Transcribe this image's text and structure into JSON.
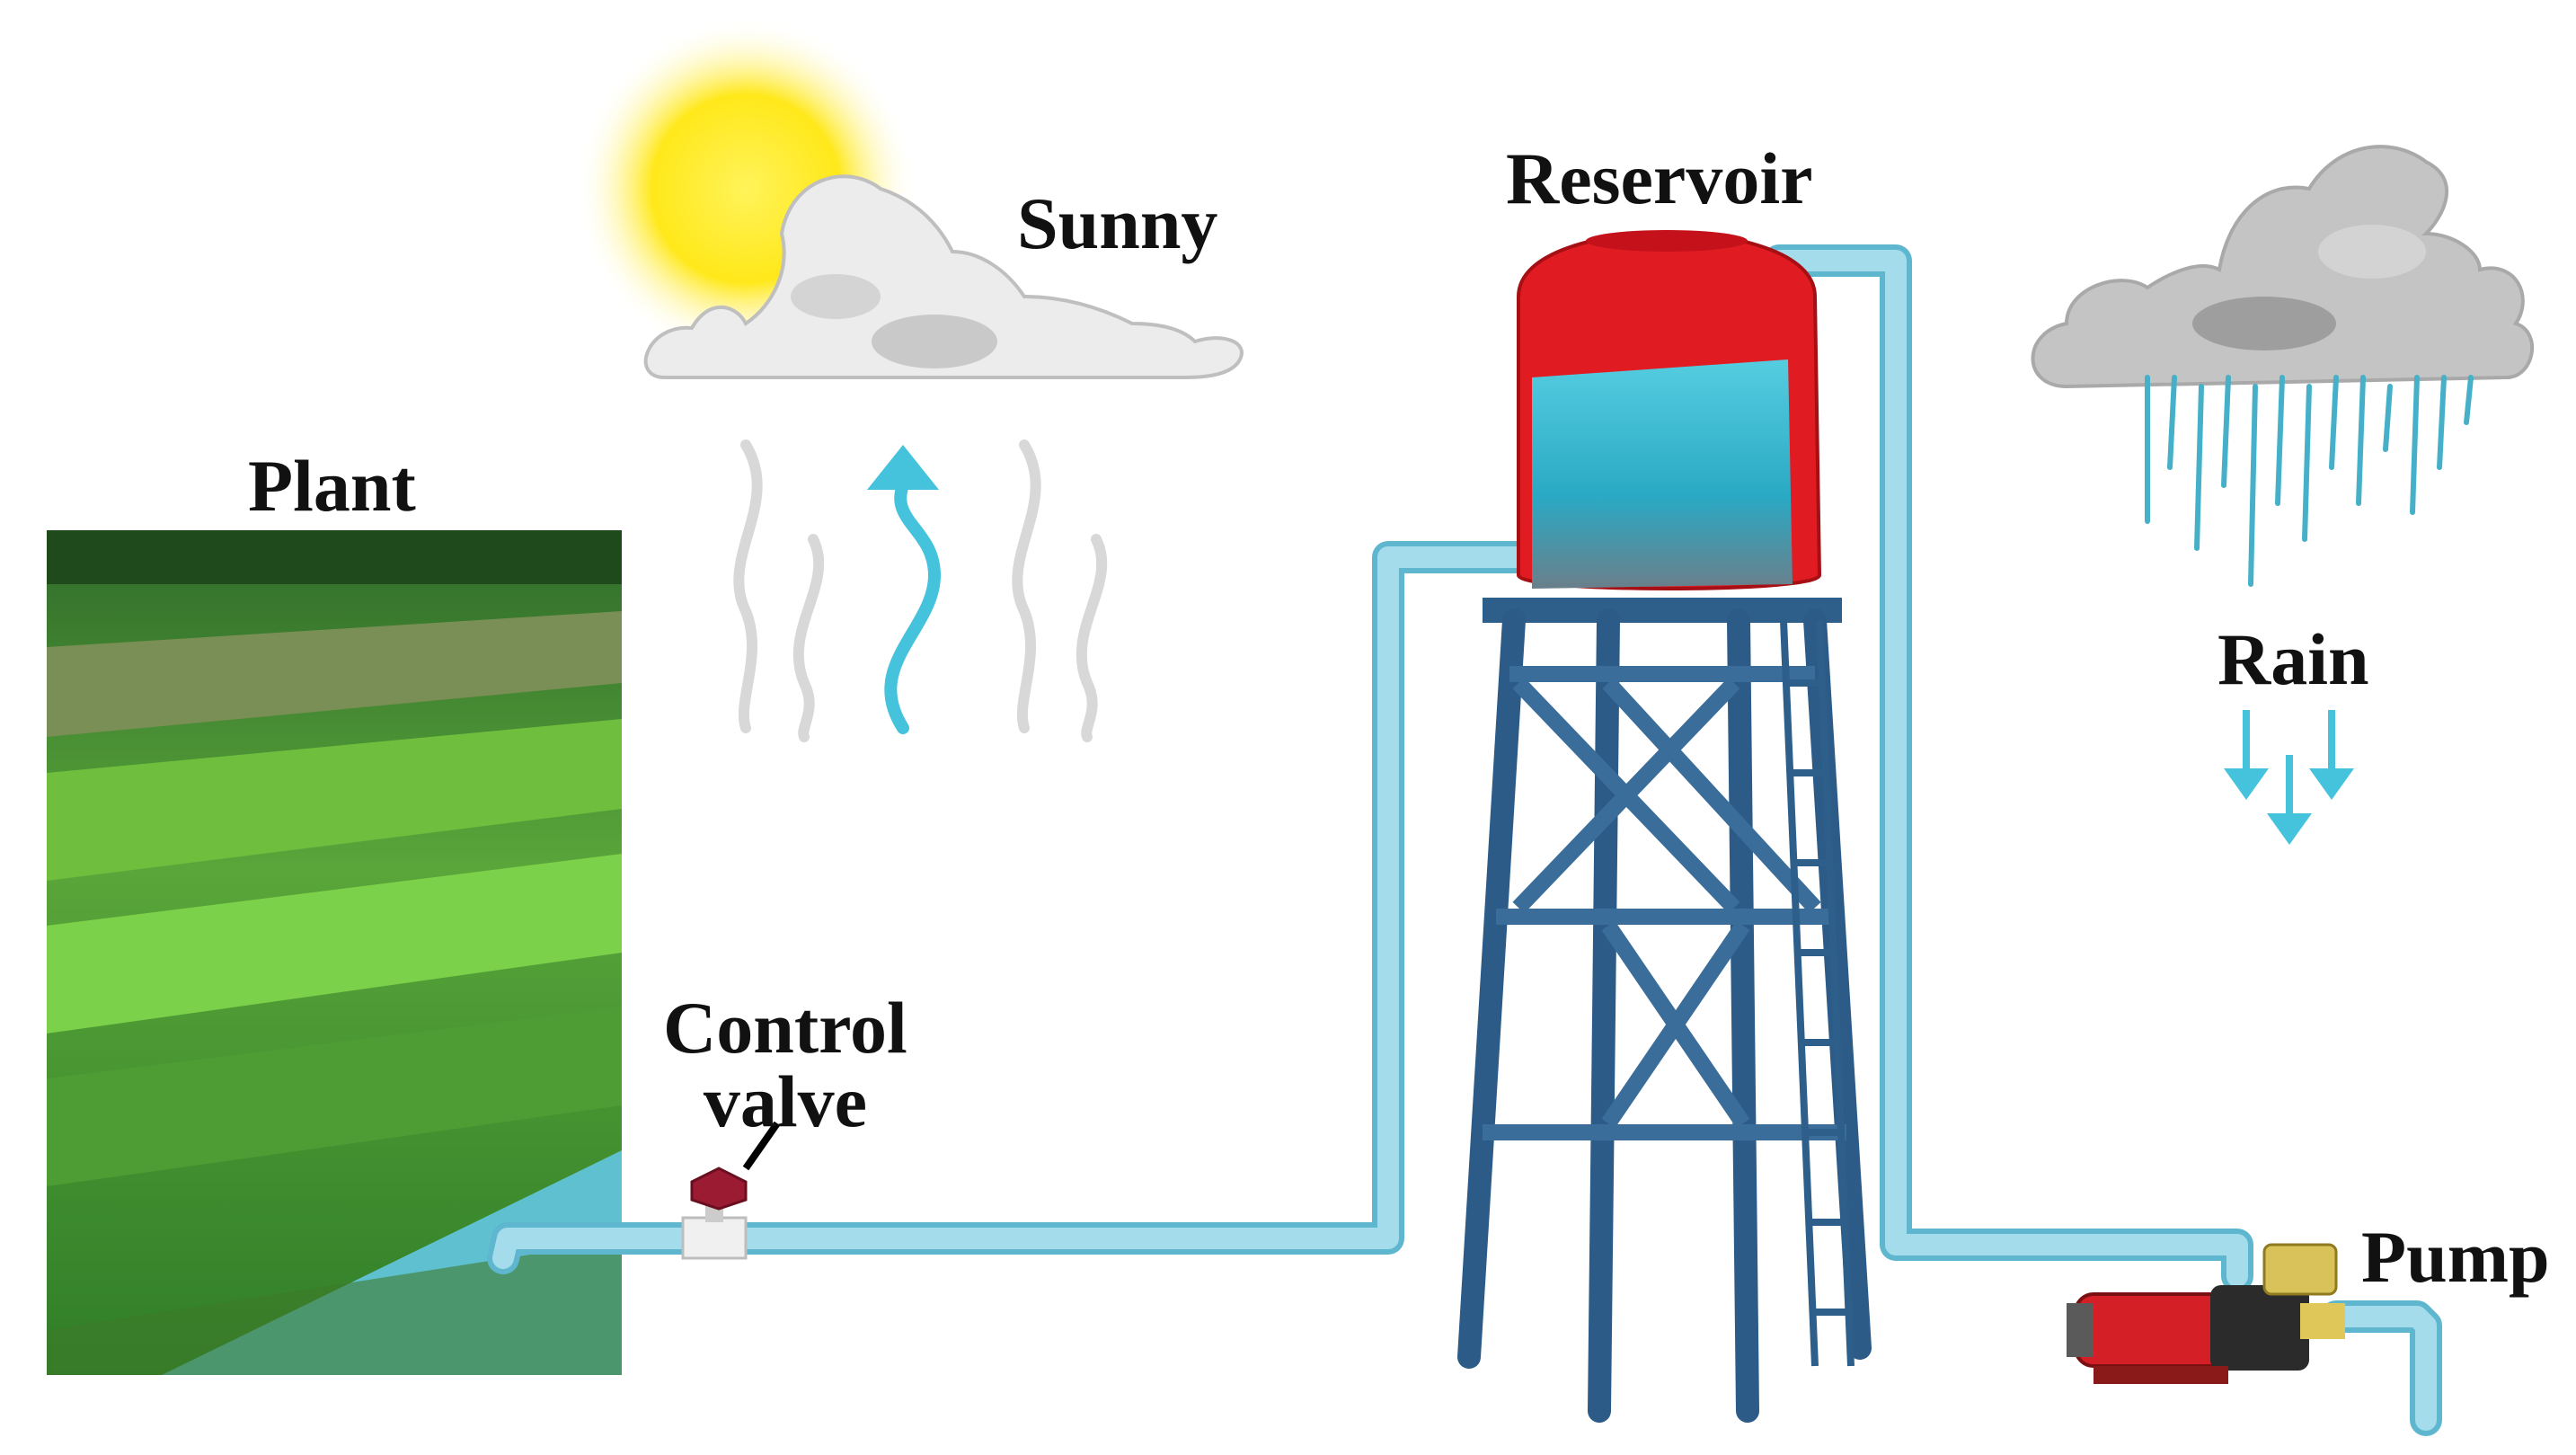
{
  "labels": {
    "sunny": "Sunny",
    "reservoir": "Reservoir",
    "rain": "Rain",
    "plant": "Plant",
    "control_valve_line1": "Control",
    "control_valve_line2": "valve",
    "pump": "Pump"
  },
  "colors": {
    "pipe": "#8fd3e6",
    "pipe_edge": "#5fb7cf",
    "water": "#4cc3d9",
    "tank_red": "#e11b22",
    "tower_blue": "#2e5f8a",
    "sun": "#ffe81a",
    "cloud": "#e6e6e6",
    "rain_cloud": "#bdbdbd",
    "arrow": "#45c2dc",
    "plant_green": "#3f8f2f"
  },
  "icons": [
    "sun-icon",
    "cloud-icon",
    "rain-cloud-icon",
    "water-tower-icon",
    "control-valve-icon",
    "pump-icon",
    "evaporation-arrow-icon",
    "rain-arrows-icon",
    "plant-field-icon"
  ]
}
